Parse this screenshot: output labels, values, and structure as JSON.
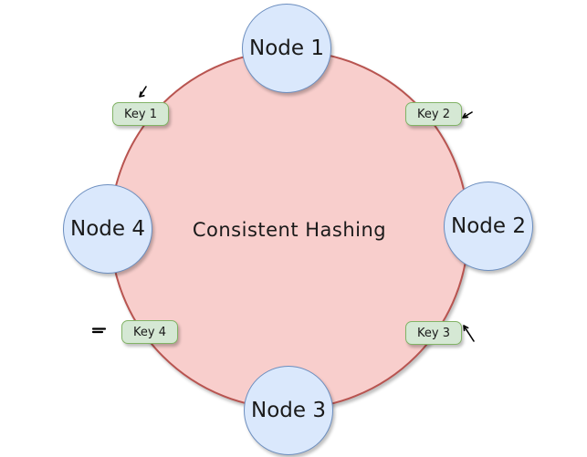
{
  "diagram": {
    "center_label": "Consistent Hashing",
    "nodes": [
      {
        "label": "Node 1",
        "position": "top"
      },
      {
        "label": "Node 2",
        "position": "right"
      },
      {
        "label": "Node 3",
        "position": "bottom"
      },
      {
        "label": "Node 4",
        "position": "left"
      }
    ],
    "keys": [
      {
        "label": "Key 1",
        "position": "top-left"
      },
      {
        "label": "Key 2",
        "position": "top-right"
      },
      {
        "label": "Key 3",
        "position": "bottom-right"
      },
      {
        "label": "Key 4",
        "position": "bottom-left"
      }
    ]
  },
  "colors": {
    "background": "#ffffff",
    "ring_fill": "#f8cecc",
    "ring_border": "#b85450",
    "node_fill": "#dae8fc",
    "node_border": "#6c8ebf",
    "key_fill": "#d5e8d4",
    "key_border": "#82b366",
    "text": "#1a1a1a",
    "arrow": "#000000"
  }
}
